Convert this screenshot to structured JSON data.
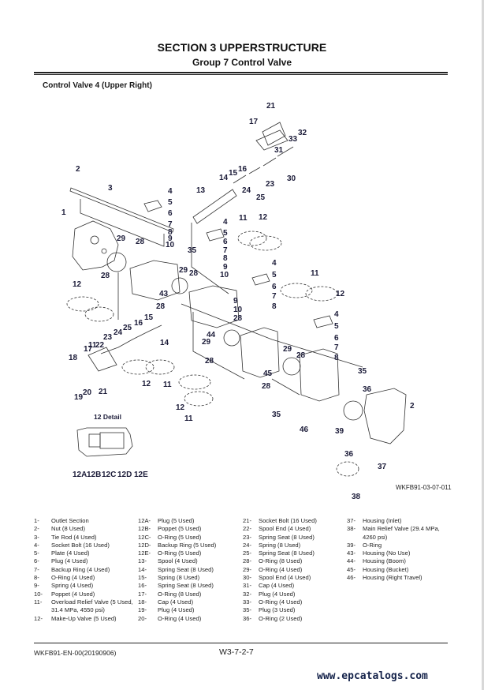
{
  "header": {
    "section_title": "SECTION 3 UPPERSTRUCTURE",
    "group_title": "Group 7 Control Valve"
  },
  "figure": {
    "title": "Control Valve 4 (Upper Right)",
    "figure_code": "WKFB91-03-07-011",
    "detail_title": "12 Detail",
    "detail_callouts": [
      "12A",
      "12B",
      "12C",
      "12D",
      "12E"
    ],
    "callouts": {
      "c1": "1",
      "c2a": "2",
      "c2b": "2",
      "c3": "3",
      "c4a": "4",
      "c4b": "4",
      "c4c": "4",
      "c4d": "4",
      "c5a": "5",
      "c5b": "5",
      "c5c": "5",
      "c5d": "5",
      "c6a": "6",
      "c6b": "6",
      "c6c": "6",
      "c6d": "6",
      "c7a": "7",
      "c7b": "7",
      "c7c": "7",
      "c7d": "7",
      "c8a": "8",
      "c8b": "8",
      "c8c": "8",
      "c8d": "8",
      "c9a": "9",
      "c9b": "9",
      "c10a": "10",
      "c10b": "10",
      "c11a": "11",
      "c11b": "11",
      "c11c": "11",
      "c11d": "11",
      "c11e": "11",
      "c12a": "12",
      "c12b": "12",
      "c12c": "12",
      "c12d": "12",
      "c12e": "12",
      "c12f": "12",
      "c13": "13",
      "c14a": "14",
      "c14b": "14",
      "c15a": "15",
      "c15b": "15",
      "c16a": "16",
      "c16b": "16",
      "c17a": "17",
      "c17b": "17",
      "c18": "18",
      "c19": "19",
      "c20": "20",
      "c21a": "21",
      "c21b": "21",
      "c22": "22",
      "c23a": "23",
      "c23b": "23",
      "c24a": "24",
      "c24b": "24",
      "c25a": "25",
      "c25b": "25",
      "c28a": "28",
      "c28b": "28",
      "c28c": "28",
      "c28d": "28",
      "c28e": "28",
      "c28f": "28",
      "c28g": "28",
      "c29a": "29",
      "c29b": "29",
      "c29c": "29",
      "c29d": "29",
      "c30": "30",
      "c31": "31",
      "c32": "32",
      "c33": "33",
      "c35a": "35",
      "c35b": "35",
      "c35c": "35",
      "c35d": "35",
      "c36a": "36",
      "c36b": "36",
      "c37": "37",
      "c38": "38",
      "c39": "39",
      "c43": "43",
      "c44": "44",
      "c45": "45",
      "c46": "46"
    }
  },
  "parts_list": {
    "column1": [
      {
        "no": "1-",
        "desc": "Outlet Section"
      },
      {
        "no": "2-",
        "desc": "Nut (8 Used)"
      },
      {
        "no": "3-",
        "desc": "Tie Rod (4 Used)"
      },
      {
        "no": "4-",
        "desc": "Socket Bolt (16 Used)"
      },
      {
        "no": "5-",
        "desc": "Plate (4 Used)"
      },
      {
        "no": "6-",
        "desc": "Plug (4 Used)"
      },
      {
        "no": "7-",
        "desc": "Backup Ring (4 Used)"
      },
      {
        "no": "8-",
        "desc": "O-Ring (4 Used)"
      },
      {
        "no": "9-",
        "desc": "Spring (4 Used)"
      },
      {
        "no": "10-",
        "desc": "Poppet (4 Used)"
      },
      {
        "no": "11-",
        "desc": "Overload Relief Valve (5 Used,",
        "cont": "31.4 MPa, 4550 psi)"
      },
      {
        "no": "12-",
        "desc": "Make-Up Valve (5 Used)"
      }
    ],
    "column2": [
      {
        "no": "12A-",
        "desc": "Plug (5 Used)"
      },
      {
        "no": "12B-",
        "desc": "Poppet (5 Used)"
      },
      {
        "no": "12C-",
        "desc": "O-Ring (5 Used)"
      },
      {
        "no": "12D-",
        "desc": "Backup Ring (5 Used)"
      },
      {
        "no": "12E-",
        "desc": "O-Ring (5 Used)"
      },
      {
        "no": "13-",
        "desc": "Spool (4 Used)"
      },
      {
        "no": "14-",
        "desc": "Spring Seat (8 Used)"
      },
      {
        "no": "15-",
        "desc": "Spring (8 Used)"
      },
      {
        "no": "16-",
        "desc": "Spring Seat (8 Used)"
      },
      {
        "no": "17-",
        "desc": "O-Ring (8 Used)"
      },
      {
        "no": "18-",
        "desc": "Cap (4 Used)"
      },
      {
        "no": "19-",
        "desc": "Plug (4 Used)"
      },
      {
        "no": "20-",
        "desc": "O-Ring (4 Used)"
      }
    ],
    "column3": [
      {
        "no": "21-",
        "desc": "Socket Bolt (16 Used)"
      },
      {
        "no": "22-",
        "desc": "Spool End (4 Used)"
      },
      {
        "no": "23-",
        "desc": "Spring Seat (8 Used)"
      },
      {
        "no": "24-",
        "desc": "Spring (8 Used)"
      },
      {
        "no": "25-",
        "desc": "Spring Seat (8 Used)"
      },
      {
        "no": "28-",
        "desc": "O-Ring (8 Used)"
      },
      {
        "no": "29-",
        "desc": "O-Ring (4 Used)"
      },
      {
        "no": "30-",
        "desc": "Spool End (4 Used)"
      },
      {
        "no": "31-",
        "desc": "Cap (4 Used)"
      },
      {
        "no": "32-",
        "desc": "Plug (4 Used)"
      },
      {
        "no": "33-",
        "desc": "O-Ring (4 Used)"
      },
      {
        "no": "35-",
        "desc": "Plug (3 Used)"
      },
      {
        "no": "36-",
        "desc": "O-Ring (2 Used)"
      }
    ],
    "column4": [
      {
        "no": "37-",
        "desc": "Housing (Inlet)"
      },
      {
        "no": "38-",
        "desc": "Main Relief Valve (29.4 MPa,",
        "cont": "4260 psi)"
      },
      {
        "no": "39-",
        "desc": "O-Ring"
      },
      {
        "no": "43-",
        "desc": "Housing (No Use)"
      },
      {
        "no": "44-",
        "desc": "Housing (Boom)"
      },
      {
        "no": "45-",
        "desc": "Housing (Bucket)"
      },
      {
        "no": "46-",
        "desc": "Housing (Right Travel)"
      }
    ]
  },
  "footer": {
    "doc_code": "WKFB91-EN-00(20190906)",
    "page_number": "W3-7-2-7",
    "watermark": "www.epcatalogs.com"
  },
  "colors": {
    "callout": "#1b1b38",
    "watermark": "#14224a",
    "rule": "#222222"
  }
}
